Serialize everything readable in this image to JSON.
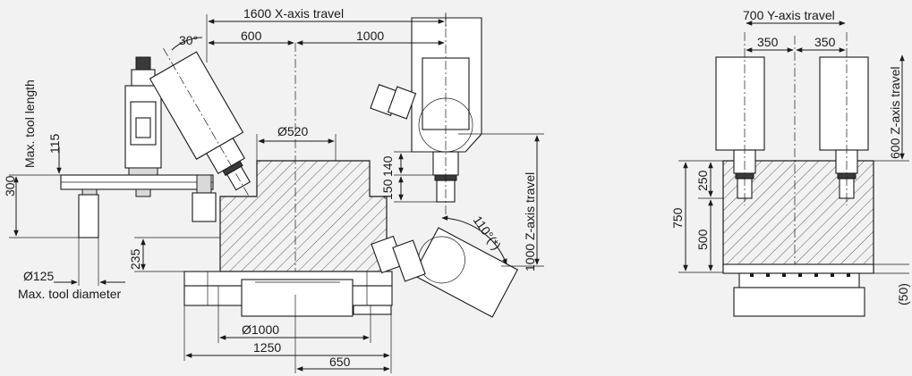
{
  "front_view": {
    "x_travel": "1600 X-axis travel",
    "dim_600": "600",
    "dim_1000_top": "1000",
    "angle_30": "30°",
    "max_tool_length": "Max. tool length",
    "dim_300": "300",
    "dim_115": "115",
    "dia_520": "Ø520",
    "dim_140": "140",
    "dim_150": "150",
    "z_travel": "1000 Z-axis travel",
    "angle_110": "110°(*)",
    "dim_235": "235",
    "dia_125": "Ø125",
    "max_tool_diameter": "Max. tool diameter",
    "dia_1000": "Ø1000",
    "dim_1250": "1250",
    "dim_650": "650"
  },
  "side_view": {
    "y_travel": "700 Y-axis travel",
    "dim_350_left": "350",
    "dim_350_right": "350",
    "z_travel": "600 Z-axis travel",
    "dim_250": "250",
    "dim_750": "750",
    "dim_500": "500",
    "dim_50": "(50)"
  }
}
